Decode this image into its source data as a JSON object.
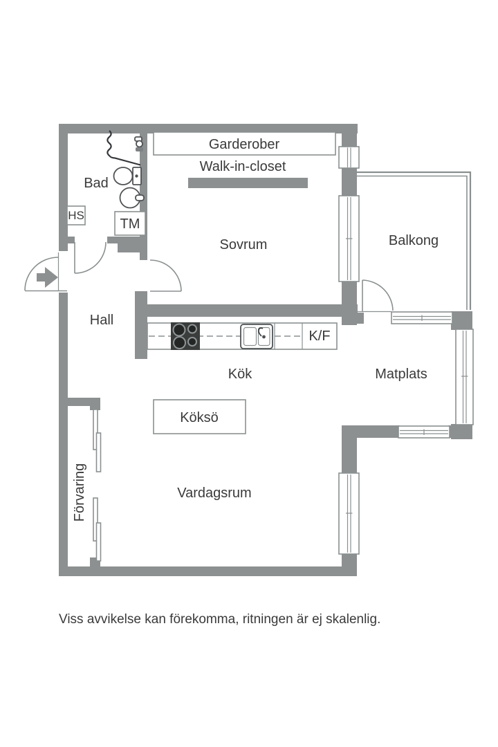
{
  "floorplan": {
    "room_labels": {
      "bad": "Bad",
      "hall": "Hall",
      "sovrum": "Sovrum",
      "balkong": "Balkong",
      "kok": "Kök",
      "matplats": "Matplats",
      "vardagsrum": "Vardagsrum",
      "forvaring": "Förvaring"
    },
    "feature_labels": {
      "garderober": "Garderober",
      "walk_in_closet": "Walk-in-closet",
      "kokso": "Köksö",
      "hs": "HS",
      "tm": "TM",
      "kf": "K/F"
    },
    "disclaimer": "Viss avvikelse kan förekomma, ritningen är ej skalenlig.",
    "colors": {
      "wall": "#8d9091",
      "outline": "#8a8f90",
      "fixture": "#4f5254",
      "label_text": "#3a3a3a",
      "stove_dark": "#3b3d3d",
      "background": "#ffffff"
    }
  }
}
